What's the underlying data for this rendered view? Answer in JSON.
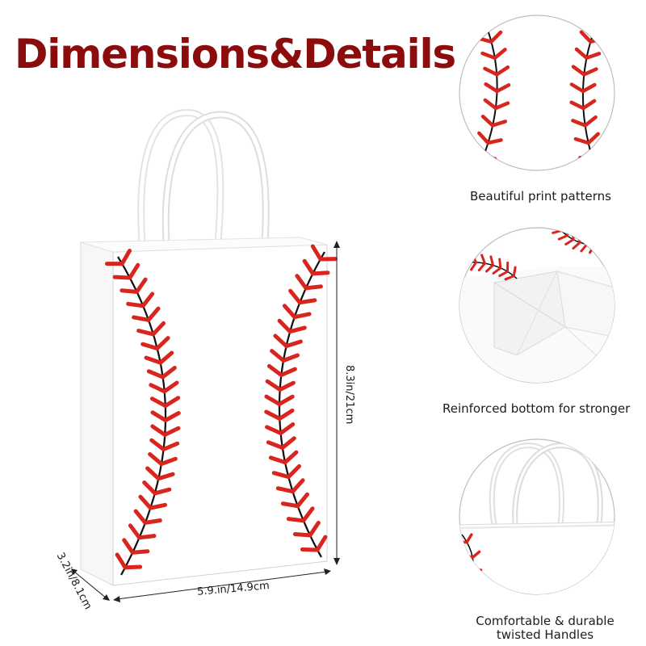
{
  "heading": "Dimensions&Details",
  "dimensions": {
    "height": "8.3in/21cm",
    "width": "5.9.in/14.9cm",
    "depth": "3.2in/8.1cm"
  },
  "features": [
    {
      "caption": "Beautiful print patterns"
    },
    {
      "caption": "Reinforced bottom for stronger"
    },
    {
      "caption": "Comfortable & durable twisted Handles"
    }
  ],
  "colors": {
    "heading": "#8b0c0c",
    "stitch": "#d8261f",
    "seam": "#111111",
    "outline": "#bdbdbd"
  },
  "icons": [
    "baseball-stitch-pattern",
    "paper-bag",
    "twisted-handle"
  ]
}
